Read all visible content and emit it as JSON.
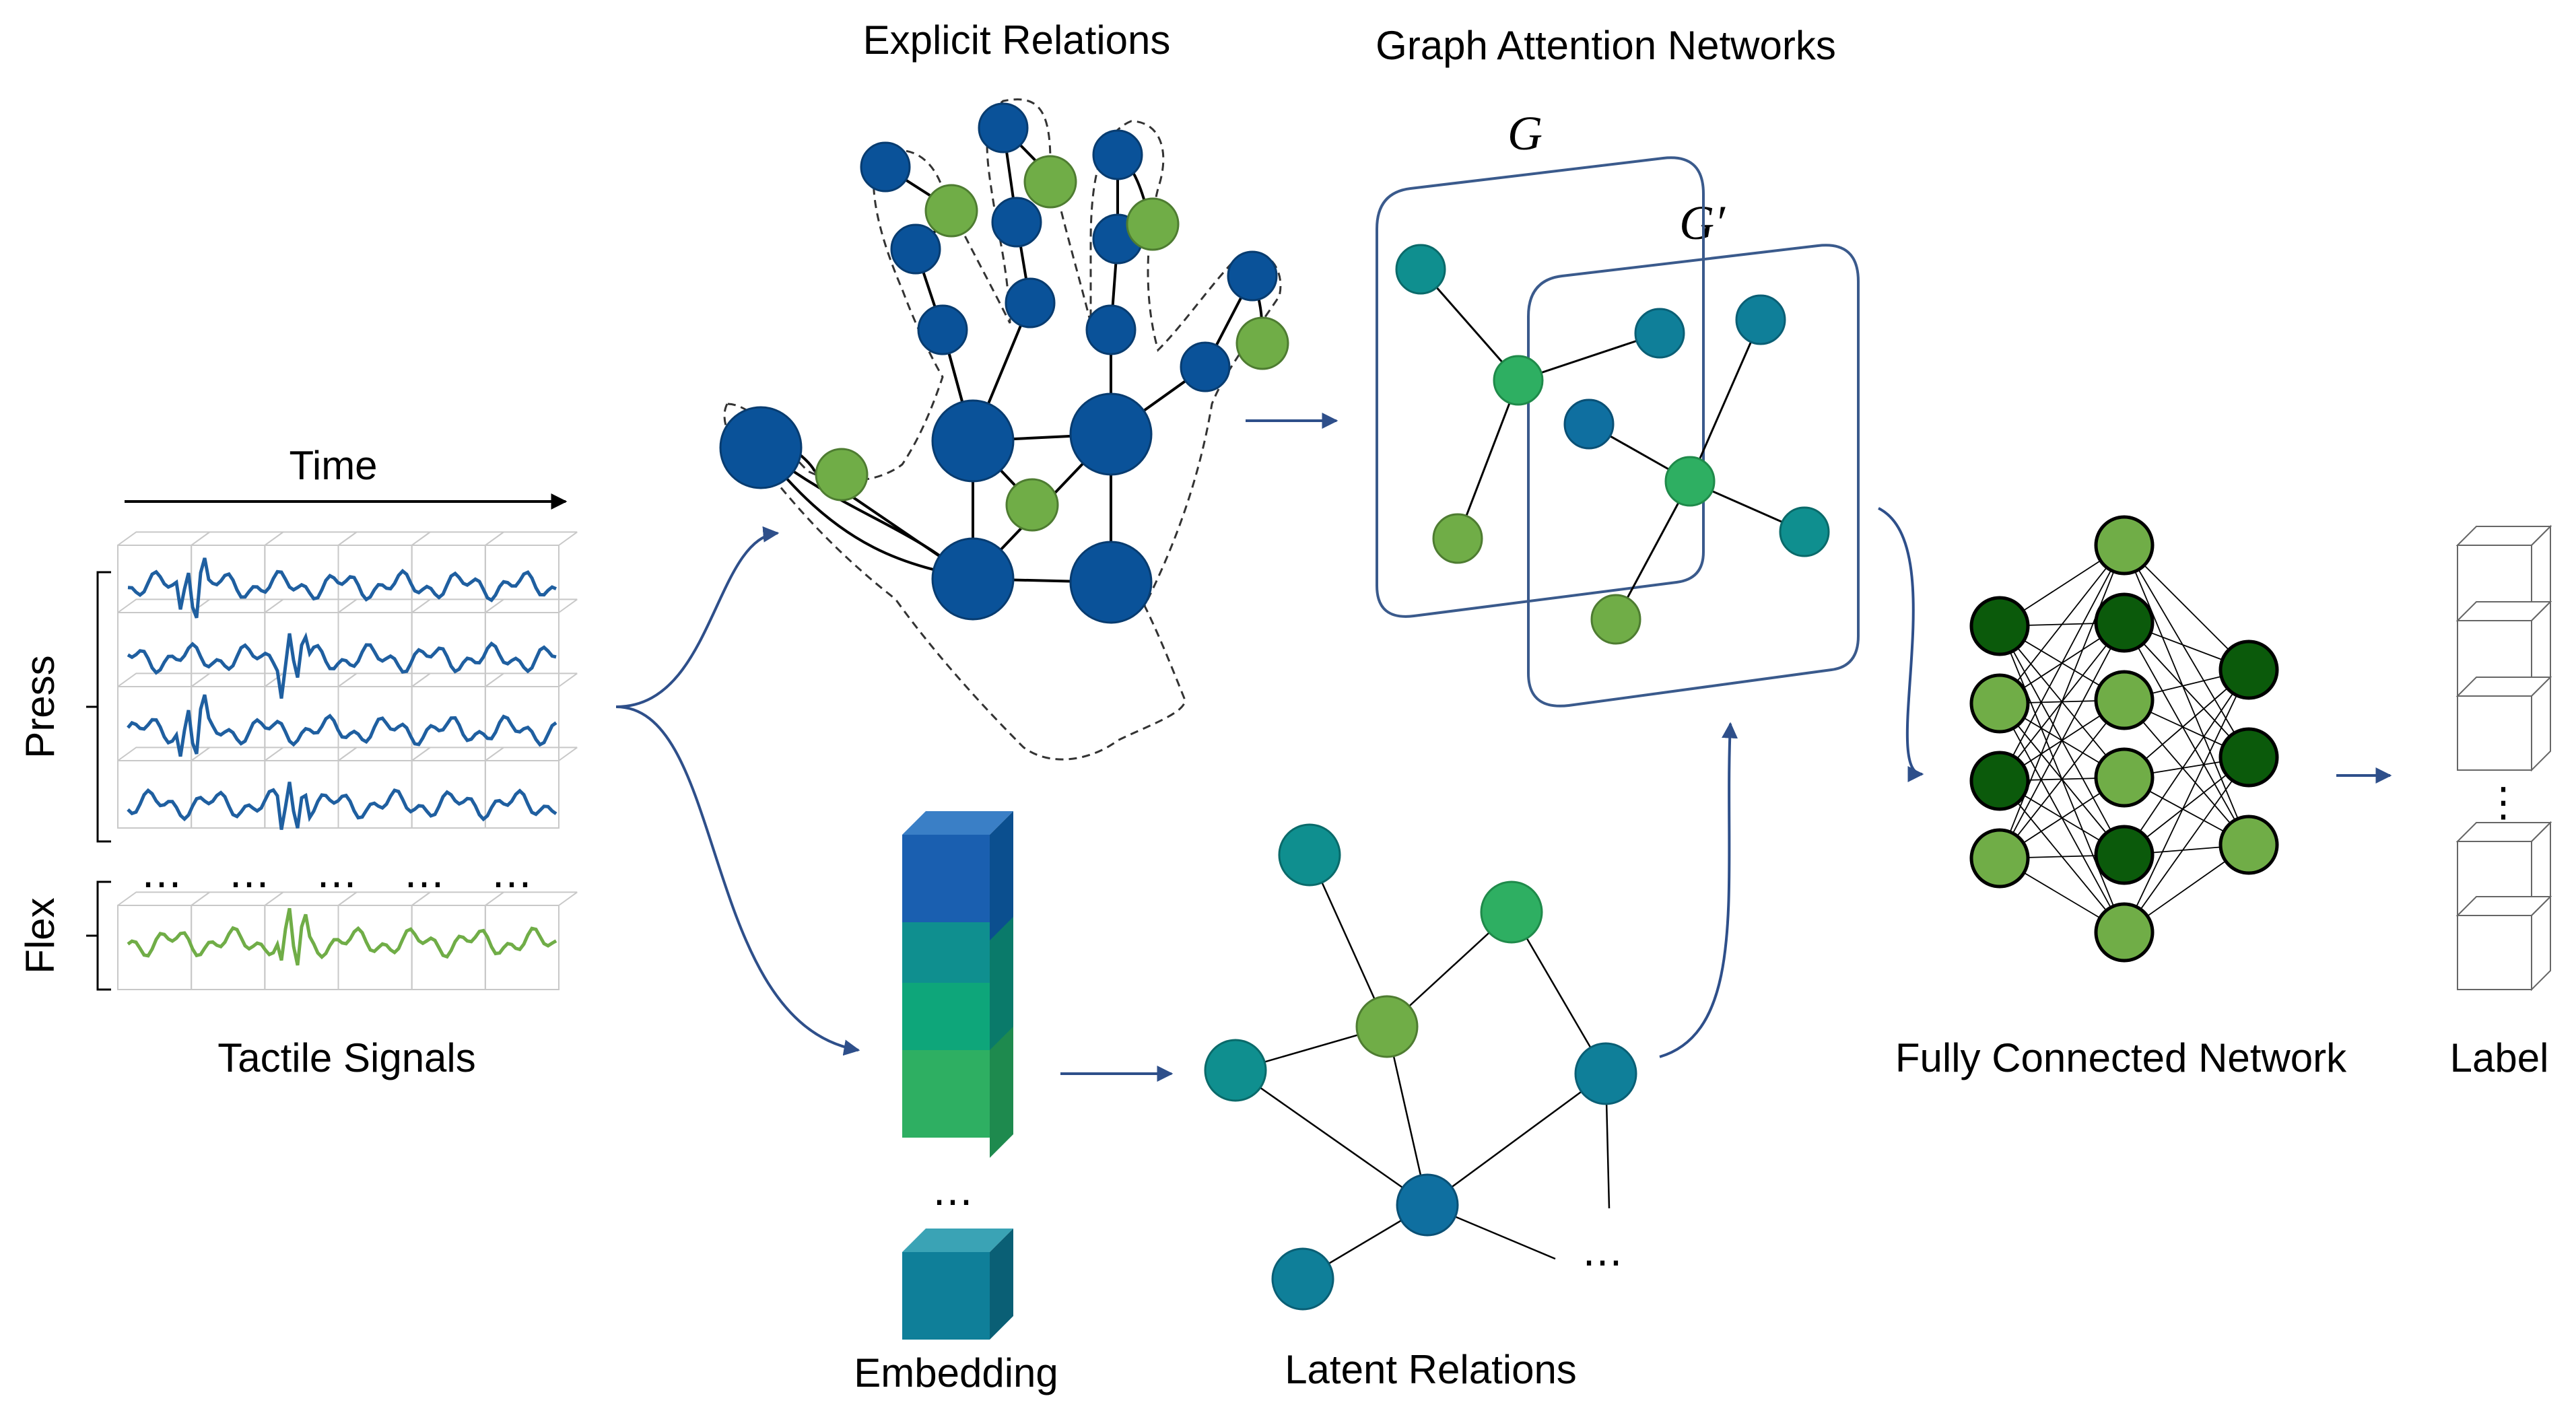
{
  "labels": {
    "tactile": "Tactile Signals",
    "time": "Time",
    "press": "Press",
    "flex": "Flex",
    "explicit": "Explicit Relations",
    "gat": "Graph Attention Networks",
    "g": "G",
    "g_prime": "G′",
    "embedding": "Embedding",
    "latent": "Latent Relations",
    "fcn": "Fully Connected Network",
    "label": "Label",
    "ellipsis": "…",
    "vellipsis": "⋮"
  },
  "colors": {
    "hand_node": "#0a5299",
    "green_node": "#70ad47",
    "teal_node": "#0f8f8f",
    "arrow": "#2e4f8a",
    "signal_press": "#1f5fa0",
    "signal_flex": "#70ad47",
    "dark_green": "#0b5a0b",
    "light_green": "#70ad47",
    "graph_frame": "#3a5a8c",
    "embed_1": "#1a5fb0",
    "embed_2": "#0f8f8f",
    "embed_3": "#0ea67a",
    "embed_4": "#2eaf62",
    "embed_5": "#0f7f99"
  },
  "icons": [
    "hand-graph-icon",
    "neural-network-icon",
    "embedding-cube-icon",
    "label-cube-icon"
  ]
}
